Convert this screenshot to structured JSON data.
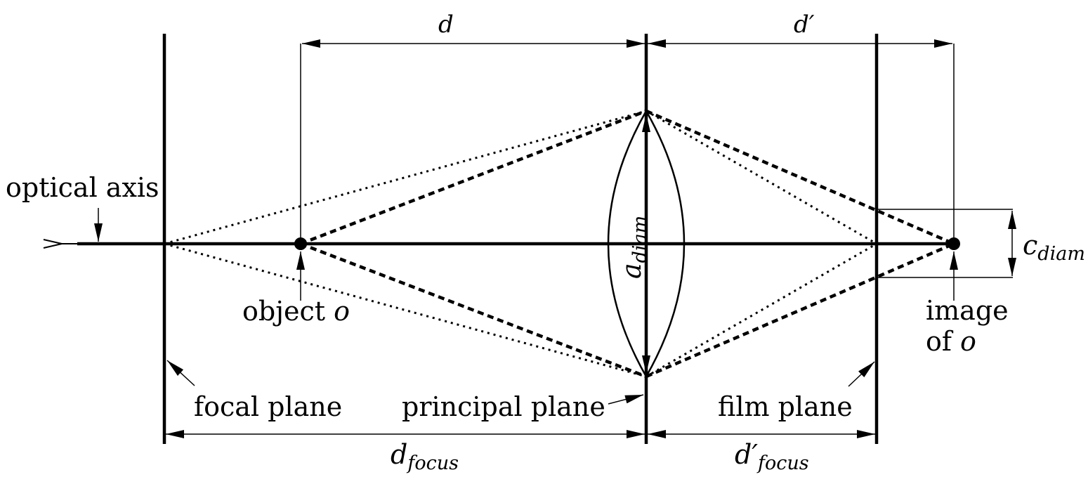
{
  "labels": {
    "optical_axis": "optical axis",
    "object": "object ",
    "object_symbol": "o",
    "image_line1": "image",
    "image_line2": "of ",
    "image_symbol": "o",
    "focal_plane": "focal plane",
    "principal_plane": "principal plane",
    "film_plane": "film plane",
    "d_top": "d",
    "d_prime_top": "d′",
    "a_diam_base": "a",
    "a_diam_sub": "diam",
    "c_diam_base": "c",
    "c_diam_sub": "diam",
    "d_focus_base": "d",
    "d_focus_sub": "focus",
    "d_prime_focus_base": "d′",
    "d_prime_focus_sub": "focus"
  },
  "colors": {
    "ink": "#000000",
    "background": "#ffffff"
  }
}
